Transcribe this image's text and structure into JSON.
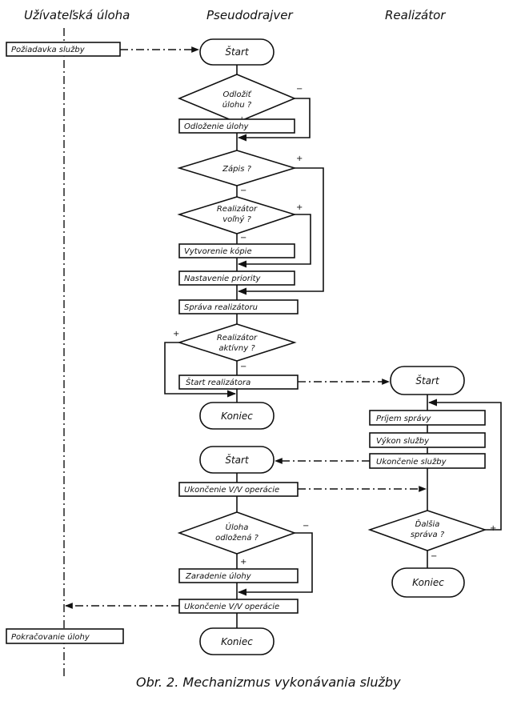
{
  "columns": {
    "user_task": "Užívateľská úloha",
    "pseudodriver": "Pseudodrajver",
    "realizer": "Realizátor"
  },
  "user": {
    "service_request": "Požiadavka služby",
    "continue_task": "Pokračovanie úlohy"
  },
  "pseudo": {
    "start1": "Štart",
    "defer_q_l1": "Odložiť",
    "defer_q_l2": "úlohu ?",
    "defer_task": "Odloženie úlohy",
    "write_q": "Zápis ?",
    "realizer_free_q_l1": "Realizátor",
    "realizer_free_q_l2": "voľný ?",
    "create_copy": "Vytvorenie kópie",
    "set_priority": "Nastavenie priority",
    "realizer_message": "Správa realizátoru",
    "realizer_active_q_l1": "Realizátor",
    "realizer_active_q_l2": "aktívny ?",
    "start_realizer": "Štart realizátora",
    "end1": "Koniec",
    "start2": "Štart",
    "end_io_1": "Ukončenie V/V operácie",
    "task_deferred_q_l1": "Úloha",
    "task_deferred_q_l2": "odložená ?",
    "enqueue_task": "Zaradenie úlohy",
    "end_io_2": "Ukončenie V/V operácie",
    "end2": "Koniec"
  },
  "realizer": {
    "start": "Štart",
    "receive_message": "Príjem správy",
    "perform_service": "Výkon služby",
    "end_service": "Ukončenie služby",
    "next_message_q_l1": "Ďalšia",
    "next_message_q_l2": "správa ?",
    "end": "Koniec"
  },
  "branch": {
    "plus": "+",
    "minus": "−"
  },
  "caption": "Obr. 2. Mechanizmus vykonávania služby"
}
